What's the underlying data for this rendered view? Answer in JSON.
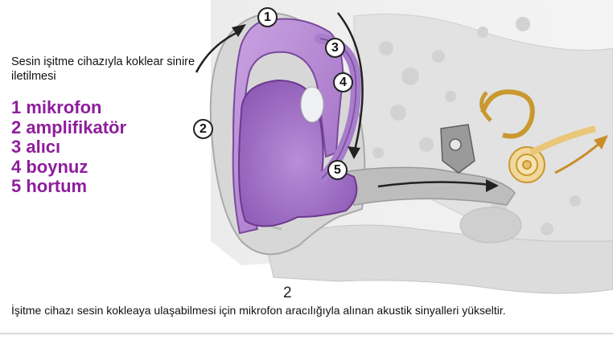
{
  "title": "Sesin işitme cihazıyla koklear sinire iletilmesi",
  "legend": [
    {
      "num": "1",
      "label": "1 mikrofon"
    },
    {
      "num": "2",
      "label": "2 amplifikatör"
    },
    {
      "num": "3",
      "label": "3 alıcı"
    },
    {
      "num": "4",
      "label": "4 boynuz"
    },
    {
      "num": "5",
      "label": "5 hortum"
    }
  ],
  "markers": {
    "m1": "1",
    "m2_side": "2",
    "m2_bottom": "2",
    "m3": "3",
    "m4": "4",
    "m5": "5"
  },
  "caption": "İşitme cihazı sesin kokleaya ulaşabilmesi için mikrofon aracılığıyla alınan akustik sinyalleri yükseltir.",
  "colors": {
    "legend_text": "#8e1e9c",
    "device_purple": "#b58ad2",
    "ear_gray": "#c9c9c9",
    "cochlea_gold": "#e8be5c",
    "arrow_dark": "#222222",
    "arrow_gold": "#c98d2a"
  }
}
